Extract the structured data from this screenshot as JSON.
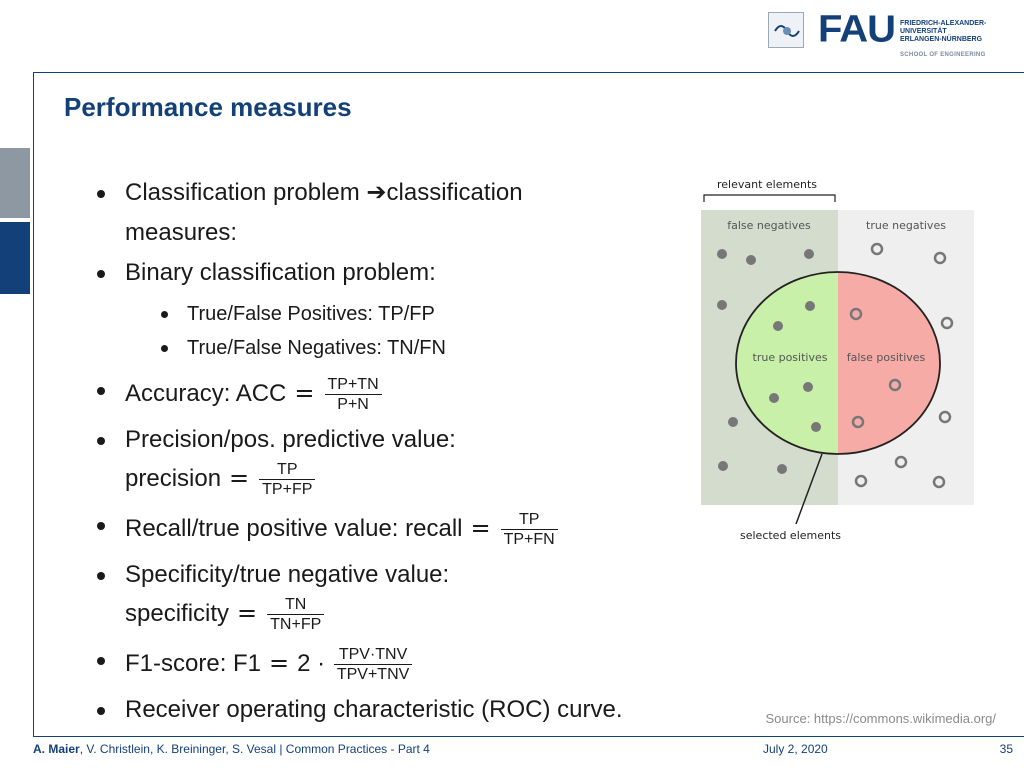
{
  "header": {
    "logo_letters": "FAU",
    "logo_lines": [
      "FRIEDRICH-ALEXANDER-",
      "UNIVERSITÄT",
      "ERLANGEN-NÜRNBERG"
    ],
    "logo_school": "SCHOOL OF ENGINEERING"
  },
  "slide": {
    "title": "Performance measures",
    "bullets": {
      "b1": "Classification problem ➔classification",
      "b1_cont": "measures:",
      "b2": "Binary classification problem:",
      "b2_sub1": "True/False Positives: TP/FP",
      "b2_sub2": "True/False Negatives: TN/FN",
      "acc_label": "Accuracy: ACC",
      "acc_num": "TP+TN",
      "acc_den": "P+N",
      "prec_label": "Precision/pos. predictive value:",
      "prec_lhs": "precision",
      "prec_num": "TP",
      "prec_den": "TP+FP",
      "recall_label": "Recall/true positive value: recall",
      "recall_num": "TP",
      "recall_den": "TP+FN",
      "spec_label": "Specificity/true negative value:",
      "spec_lhs": "specificity",
      "spec_num": "TN",
      "spec_den": "TN+FP",
      "f1_label": "F1-score: F1",
      "f1_factor": "2 ·",
      "f1_num": "TPV·TNV",
      "f1_den": "TPV+TNV",
      "roc": "Receiver operating characteristic (ROC) curve."
    },
    "equals": "=",
    "diagram": {
      "relevant": "relevant elements",
      "false_negatives": "false negatives",
      "true_negatives": "true negatives",
      "true_positives": "true positives",
      "false_positives": "false positives",
      "selected": "selected elements",
      "colors": {
        "left_bg": "#d3dccd",
        "right_bg": "#efefef",
        "tp": "#c8f0a8",
        "fp": "#f7aba6",
        "dot": "#777777"
      }
    },
    "source": "Source: https://commons.wikimedia.org/"
  },
  "footer": {
    "lead_author": "A. Maier",
    "other_authors": ", V. Christlein, K. Breininger, S. Vesal   |   Common Practices - Part 4",
    "date": "July 2, 2020",
    "page": "35"
  }
}
